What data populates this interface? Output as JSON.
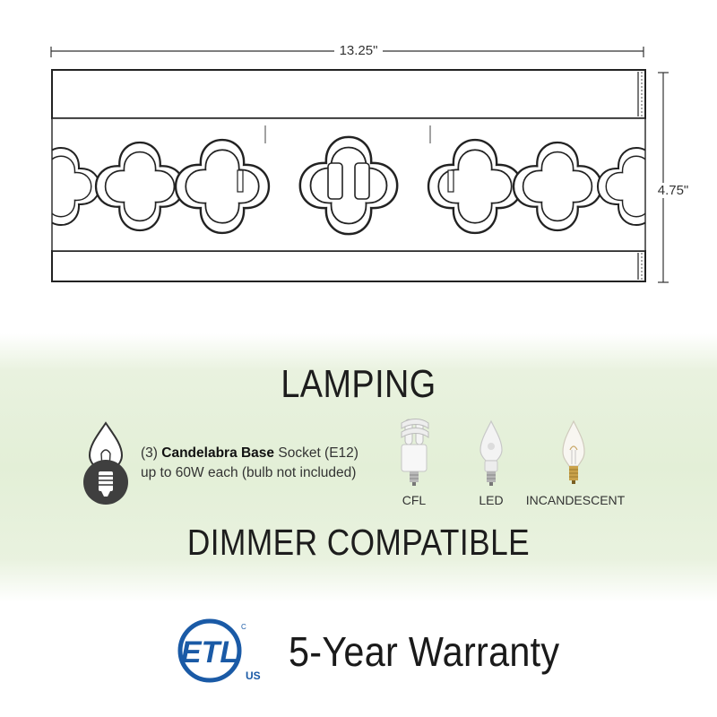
{
  "dimensions": {
    "width_label": "13.25\"",
    "height_label": "4.75\""
  },
  "lamping": {
    "heading": "LAMPING",
    "socket_count": "(3)",
    "socket_type": "Candelabra Base",
    "socket_suffix": "Socket (E12)",
    "wattage": "up to 60W each (bulb not included)",
    "bulb_types": [
      {
        "label": "CFL",
        "icon": "cfl-bulb-icon"
      },
      {
        "label": "LED",
        "icon": "led-bulb-icon"
      },
      {
        "label": "INCANDESCENT",
        "icon": "incandescent-bulb-icon"
      }
    ]
  },
  "dimmer": {
    "label": "DIMMER COMPATIBLE"
  },
  "certification": {
    "logo_text": "ETL",
    "region": "US",
    "mark": "C"
  },
  "warranty": {
    "label": "5-Year Warranty"
  },
  "colors": {
    "band_green": "#e3efd7",
    "etl_blue": "#1a5aa6",
    "icon_dark": "#3f3f3f"
  }
}
